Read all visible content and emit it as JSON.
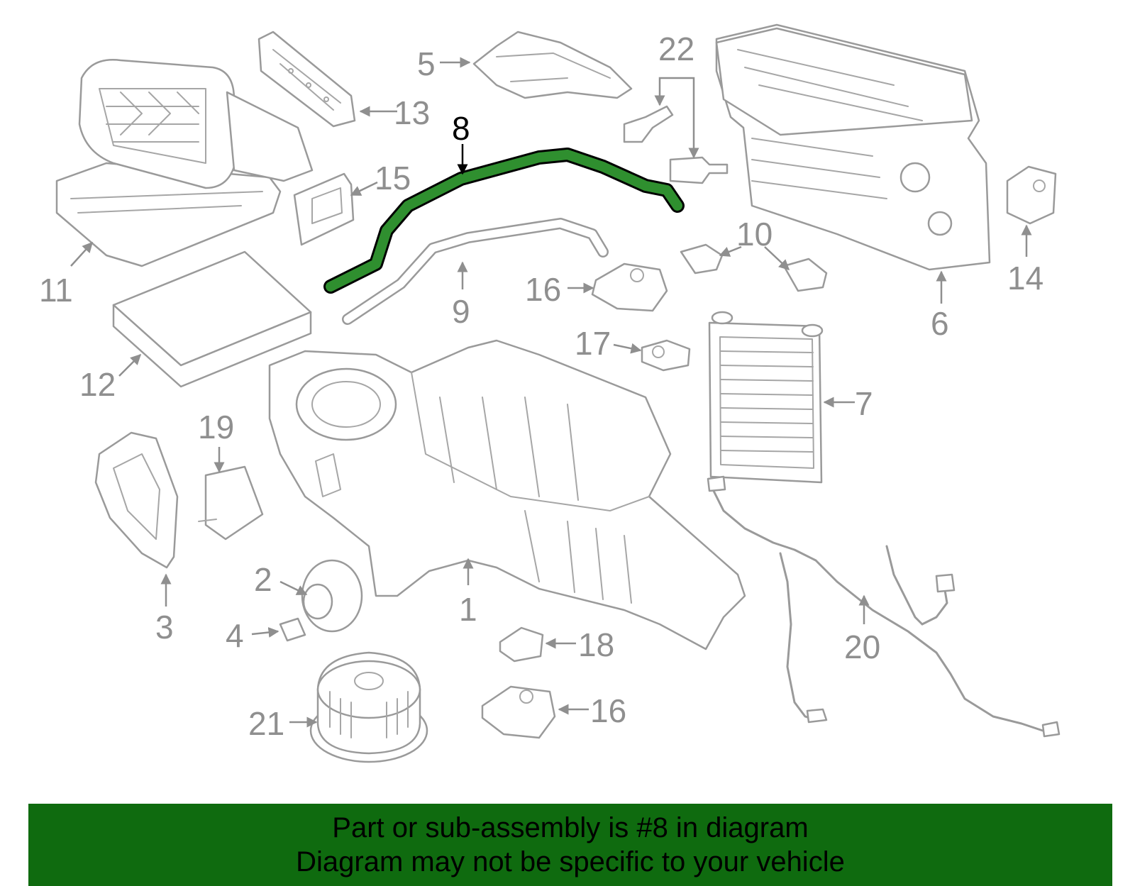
{
  "diagram": {
    "highlighted_part": "8",
    "highlight_color": "#1f8a1f",
    "callouts": {
      "c1": "1",
      "c2": "2",
      "c3": "3",
      "c4": "4",
      "c5": "5",
      "c6": "6",
      "c7": "7",
      "c8": "8",
      "c9": "9",
      "c10": "10",
      "c11": "11",
      "c12": "12",
      "c13": "13",
      "c14": "14",
      "c15": "15",
      "c16a": "16",
      "c16b": "16",
      "c17": "17",
      "c18": "18",
      "c19": "19",
      "c20": "20",
      "c21": "21",
      "c22": "22"
    }
  },
  "banner": {
    "line1": "Part or sub-assembly is #8 in diagram",
    "line2": "Diagram may not be specific to your vehicle",
    "background": "#0f6b0f"
  }
}
